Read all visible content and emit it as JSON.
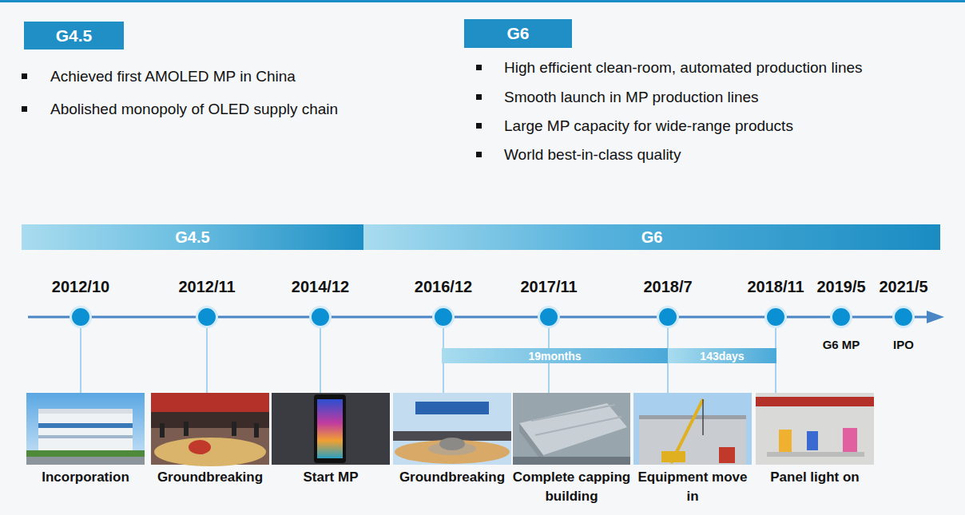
{
  "diagram": {
    "nodes": [
      {
        "text": [
          "G4.5"
        ]
      },
      {
        "text": [
          "G6"
        ]
      },
      {
        "text": [
          "G4.5"
        ]
      },
      {
        "text": [
          "G6"
        ]
      },
      {
        "text": [
          "2012/10"
        ]
      },
      {
        "text": [
          "2012/11"
        ]
      },
      {
        "text": [
          "2014/12"
        ]
      },
      {
        "text": [
          "2016/12"
        ]
      },
      {
        "text": [
          "2017/11"
        ]
      },
      {
        "text": [
          "2018/7"
        ]
      },
      {
        "text": [
          "2018/11"
        ]
      },
      {
        "text": [
          "2019/5",
          "G6 MP"
        ]
      },
      {
        "text": [
          "2021/5",
          "IPO"
        ]
      },
      {
        "text": [
          "19months"
        ]
      },
      {
        "text": [
          "143days"
        ]
      },
      {
        "text": [
          "Incorporation"
        ]
      },
      {
        "text": [
          "Groundbreaking"
        ]
      },
      {
        "text": [
          "Start MP"
        ]
      },
      {
        "text": [
          "Groundbreaking"
        ]
      },
      {
        "text": [
          "Complete capping building"
        ]
      },
      {
        "text": [
          "Equipment move in"
        ]
      },
      {
        "text": [
          "Panel light on"
        ]
      }
    ],
    "edges": [
      {
        "from": 4,
        "to": 15,
        "arrow": "none"
      },
      {
        "from": 5,
        "to": 16,
        "arrow": "none"
      },
      {
        "from": 6,
        "to": 17,
        "arrow": "none"
      },
      {
        "from": 7,
        "to": 18,
        "arrow": "none"
      },
      {
        "from": 8,
        "to": 19,
        "arrow": "none"
      },
      {
        "from": 9,
        "to": 20,
        "arrow": "none"
      },
      {
        "from": 10,
        "to": 21,
        "arrow": "none"
      }
    ],
    "labels": [
      "Achieved first AMOLED MP in China",
      "Abolished monopoly of OLED supply chain",
      "High efficient clean-room, automated production lines",
      "Smooth launch in MP production lines",
      "Large MP capacity for wide-range products",
      "World best-in-class quality"
    ]
  }
}
